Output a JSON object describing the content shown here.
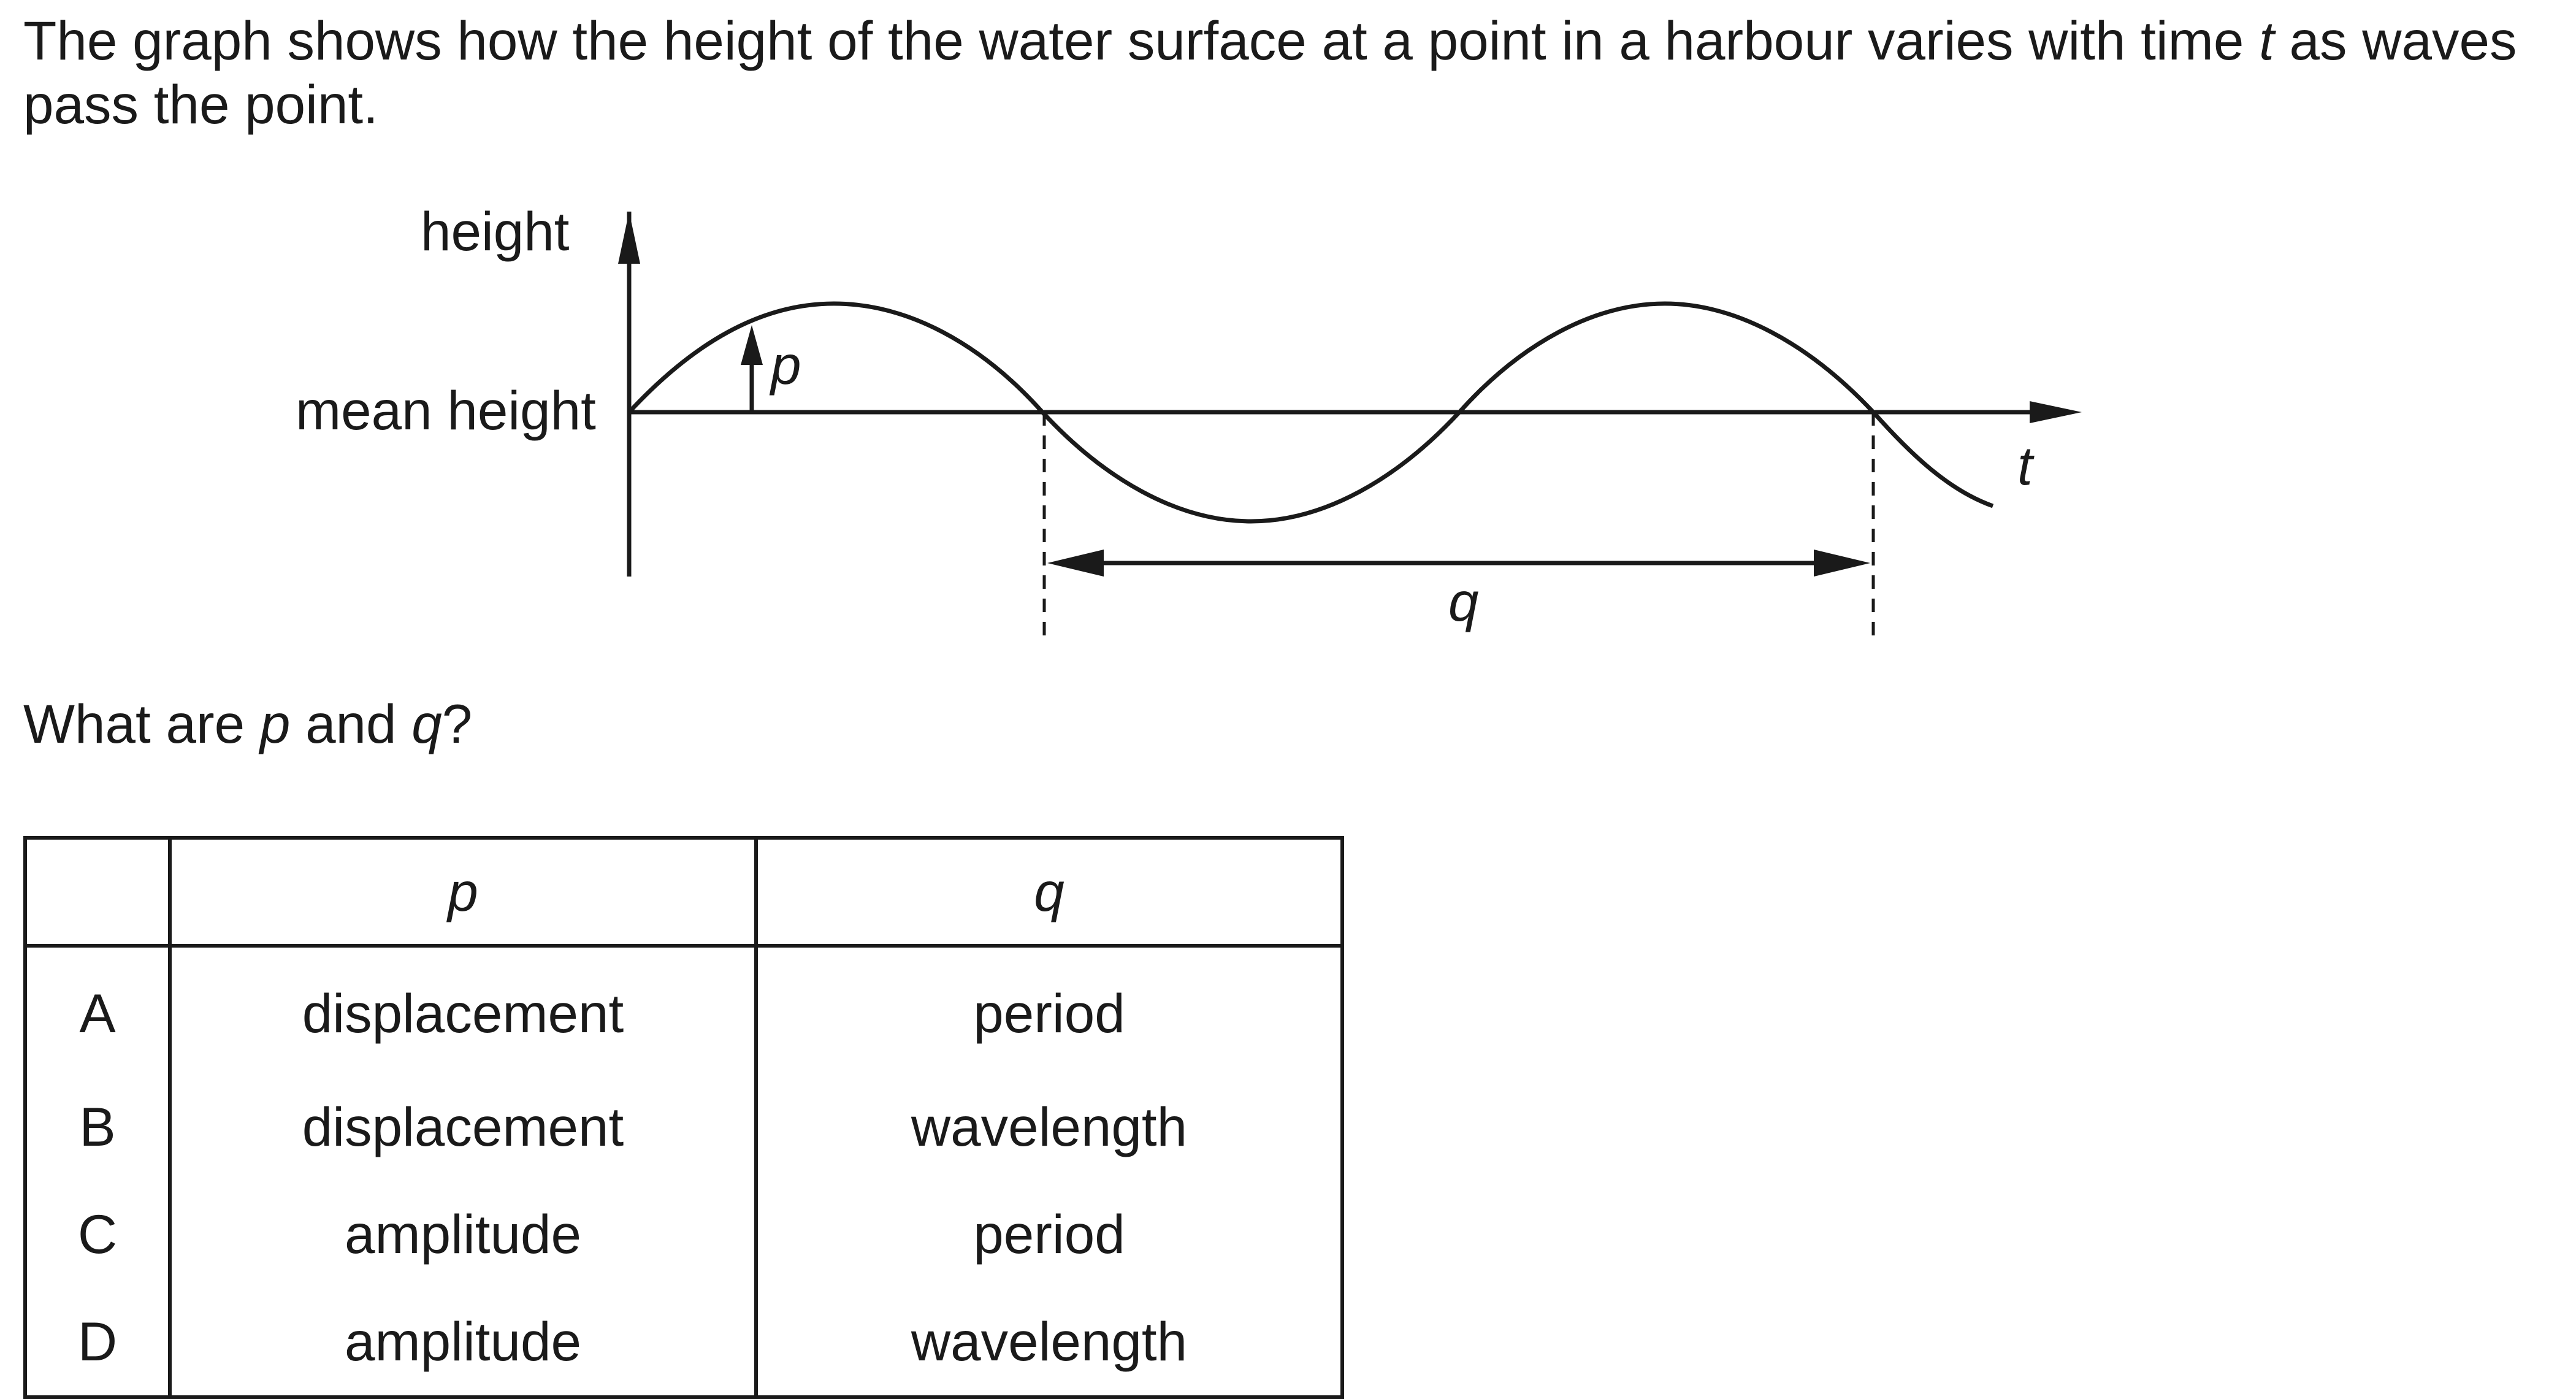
{
  "intro": {
    "text_before_t": "The graph shows how the height of the water surface at a point in a harbour varies with time",
    "t_symbol": "t",
    "text_after_t": "as waves pass the point."
  },
  "graph": {
    "y_axis_label": "height",
    "mean_label": "mean height",
    "p_label": "p",
    "q_label": "q",
    "t_label": "t"
  },
  "question": {
    "before_p": "What are",
    "p": "p",
    "and": "and",
    "q": "q",
    "end": "?"
  },
  "table": {
    "header": {
      "p": "p",
      "q": "q"
    },
    "rows": [
      {
        "letter": "A",
        "p": "displacement",
        "q": "period"
      },
      {
        "letter": "B",
        "p": "displacement",
        "q": "wavelength"
      },
      {
        "letter": "C",
        "p": "amplitude",
        "q": "period"
      },
      {
        "letter": "D",
        "p": "amplitude",
        "q": "wavelength"
      }
    ]
  }
}
